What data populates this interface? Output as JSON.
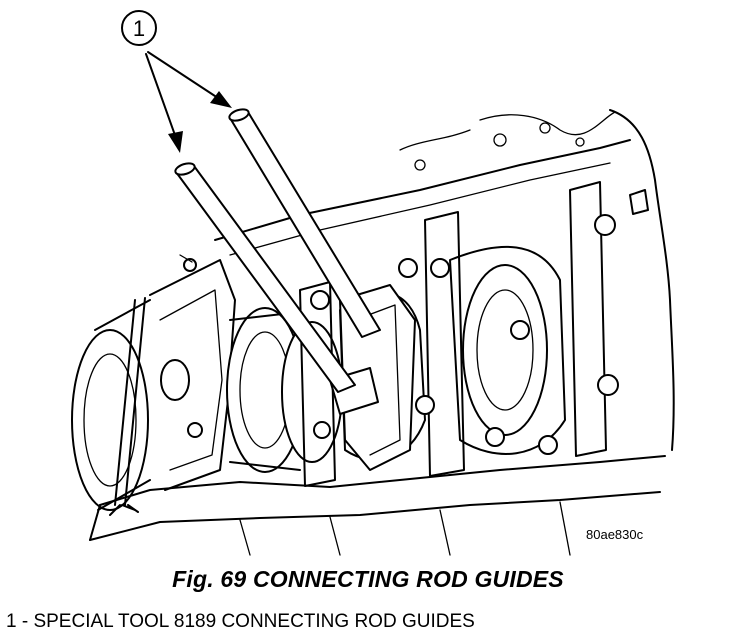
{
  "figure": {
    "callout_number": "1",
    "figure_id": "80ae830c",
    "caption": "Fig. 69 CONNECTING ROD GUIDES",
    "legend": [
      {
        "text": "1 - SPECIAL TOOL 8189 CONNECTING ROD GUIDES"
      }
    ]
  }
}
